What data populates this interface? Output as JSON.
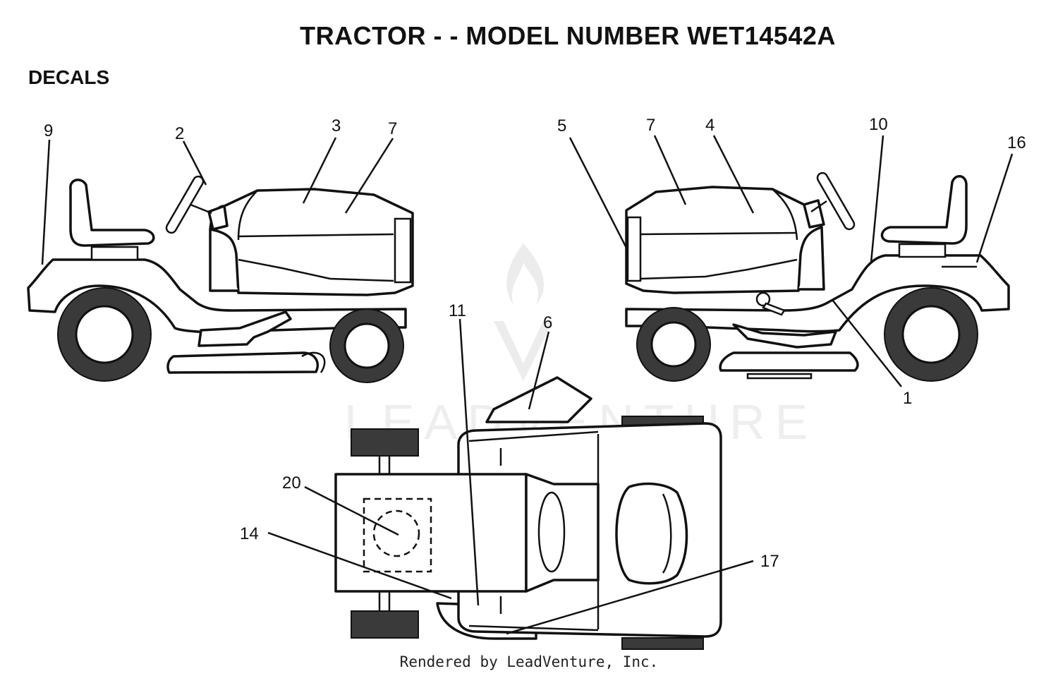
{
  "title": "TRACTOR - - MODEL NUMBER WET14542A",
  "section": "DECALS",
  "watermark": "LEADVENTURE",
  "footer": "Rendered by LeadVenture, Inc.",
  "callouts": {
    "left_view": [
      "9",
      "2",
      "3",
      "7"
    ],
    "right_view": [
      "5",
      "7",
      "4",
      "10",
      "16",
      "1"
    ],
    "top_view": [
      "11",
      "6",
      "20",
      "14",
      "17"
    ]
  }
}
